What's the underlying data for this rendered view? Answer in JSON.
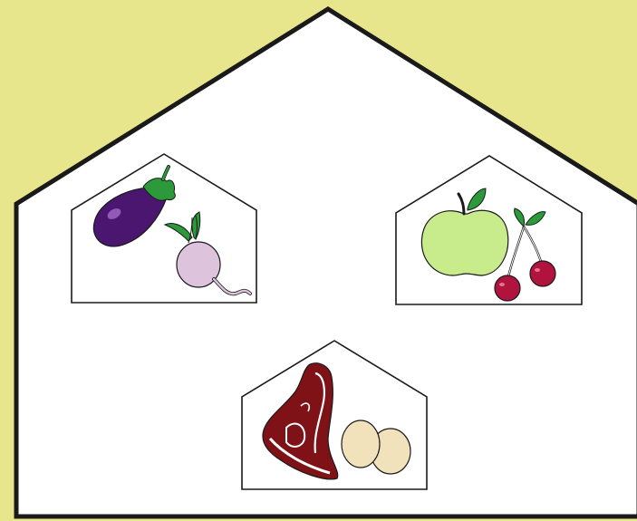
{
  "colors": {
    "background": "#e8e68c",
    "house_fill": "#ffffff",
    "outline": "#1a1a1a",
    "eggplant": "#4b1670",
    "leaf_green": "#2c9a3a",
    "radish": "#ddc4dc",
    "apple": "#c8ec8c",
    "cherry": "#b0143e",
    "meat": "#7e1216",
    "egg": "#f2e2bc"
  },
  "houses": [
    {
      "id": "vegetables",
      "items": [
        {
          "icon": "eggplant-icon"
        },
        {
          "icon": "radish-icon"
        }
      ]
    },
    {
      "id": "fruits",
      "items": [
        {
          "icon": "apple-icon"
        },
        {
          "icon": "cherries-icon"
        }
      ]
    },
    {
      "id": "proteins",
      "items": [
        {
          "icon": "steak-icon"
        },
        {
          "icon": "eggs-icon"
        }
      ]
    }
  ]
}
